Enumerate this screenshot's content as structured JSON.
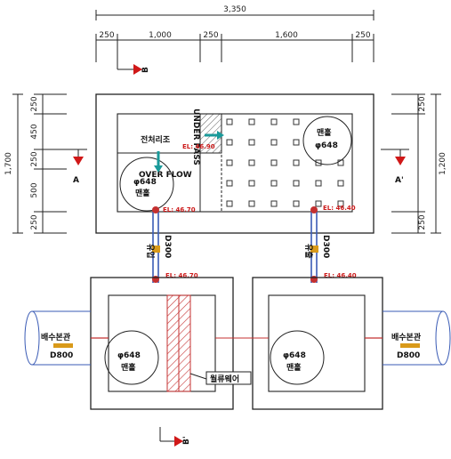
{
  "top_dims": {
    "total": "3,350",
    "parts": [
      "250",
      "1,000",
      "250",
      "1,600",
      "250"
    ]
  },
  "left_dims": {
    "total": "1,700",
    "parts": [
      "250",
      "450",
      "250",
      "500",
      "250"
    ]
  },
  "right_dims": {
    "total": "1,200",
    "parts": [
      "250",
      "250"
    ]
  },
  "section_marks": {
    "b_top": "B",
    "b_bottom": "B'",
    "a_left": "A",
    "a_right": "A'"
  },
  "upper_tank": {
    "pretreatment_label": "전처리조",
    "underpass_label": "UNDER PASS",
    "overflow_label": "OVER FLOW",
    "manhole_left_dia": "φ648",
    "manhole_left_label": "맨홀",
    "manhole_right_dia": "φ648",
    "manhole_right_label": "맨홀",
    "el_pretreatment": "EL: 46.90",
    "el_left_bottom": "EL: 46.70",
    "el_right_bottom": "EL: 46.40"
  },
  "pipes": {
    "left_label": "유입",
    "left_size": "D300",
    "right_label": "유출",
    "right_size": "D300",
    "el_left": "EL: 46.70",
    "el_right": "EL: 46.40"
  },
  "lower_left": {
    "manhole_dia": "φ648",
    "manhole_label": "맨홀",
    "pipe_label": "배수본관",
    "pipe_size": "D800",
    "weir_label": "월류웨어"
  },
  "lower_right": {
    "manhole_dia": "φ648",
    "manhole_label": "맨홀",
    "pipe_label": "배수본관",
    "pipe_size": "D800"
  },
  "colors": {
    "line": "#222222",
    "pipe_blue": "#3a5bb5",
    "pipe_red": "#c43030",
    "hatch": "#c43030",
    "arrow_red": "#d01818",
    "teal": "#1a9a9a",
    "tag_orange": "#d99a1a"
  }
}
